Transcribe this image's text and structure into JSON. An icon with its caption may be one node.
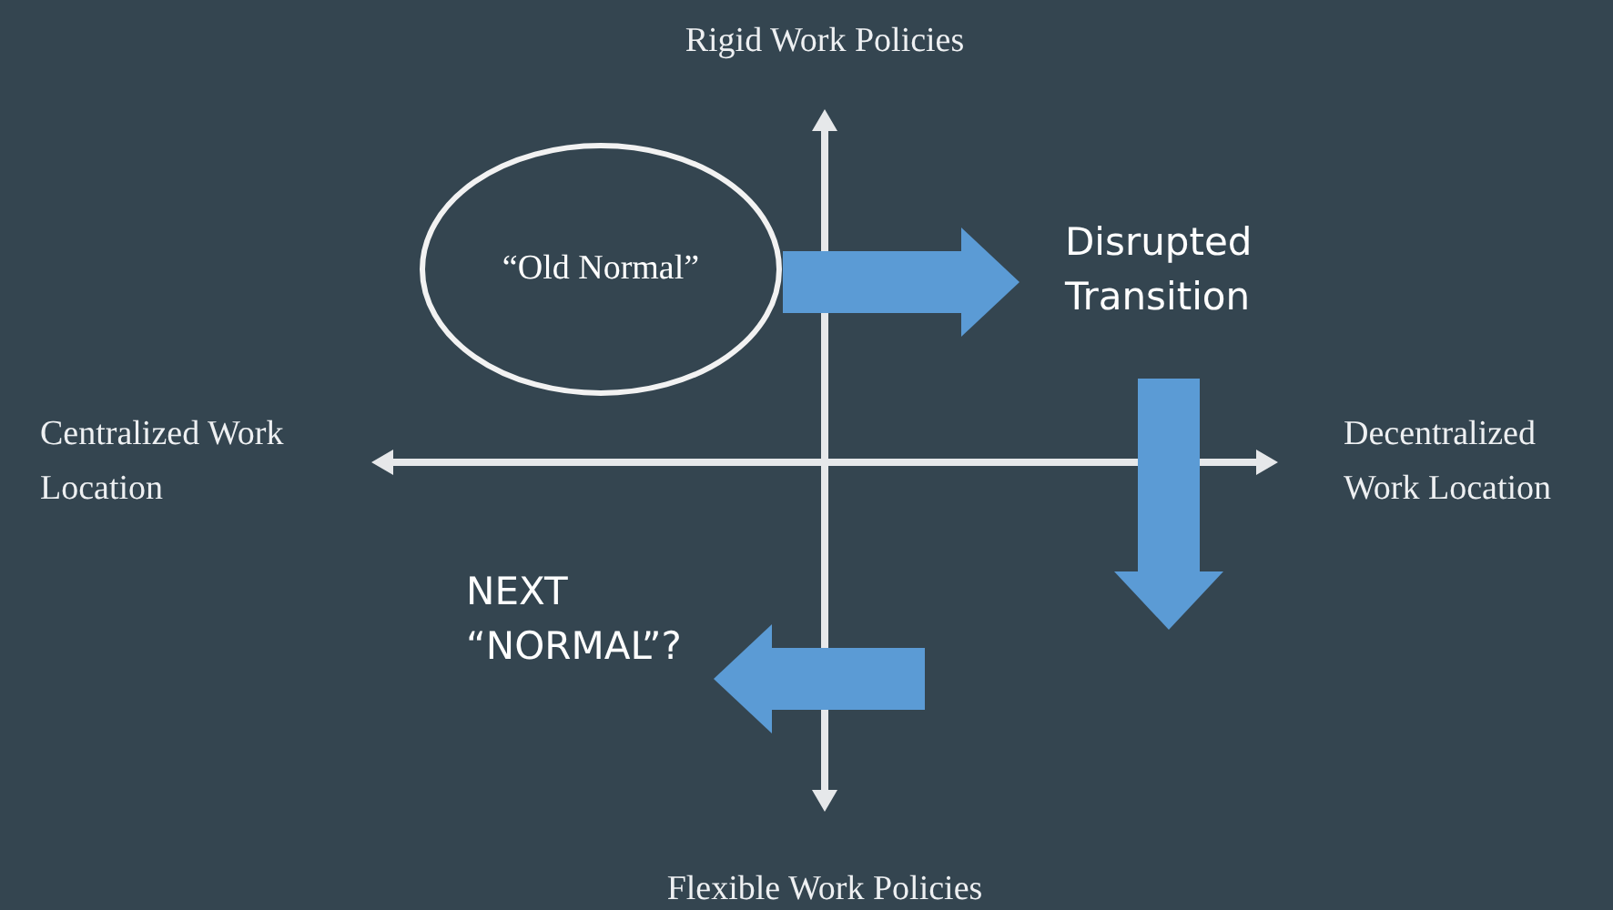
{
  "diagram": {
    "nodes": [
      {
        "text": [
          "“Old Normal”"
        ]
      },
      {
        "text": [
          "Disrupted Transition"
        ]
      },
      {
        "text": [
          "NEXT “NORMAL”?"
        ]
      }
    ],
    "edges": [
      {
        "from": 0,
        "to": 1,
        "arrow": "to"
      },
      {
        "from": 1,
        "to": null,
        "arrow": "to"
      },
      {
        "from": null,
        "to": 2,
        "arrow": "to"
      }
    ],
    "labels": [
      "Rigid Work Policies",
      "Centralized Work Location",
      "Decentralized Work Location",
      "Flexible Work Policies"
    ]
  }
}
